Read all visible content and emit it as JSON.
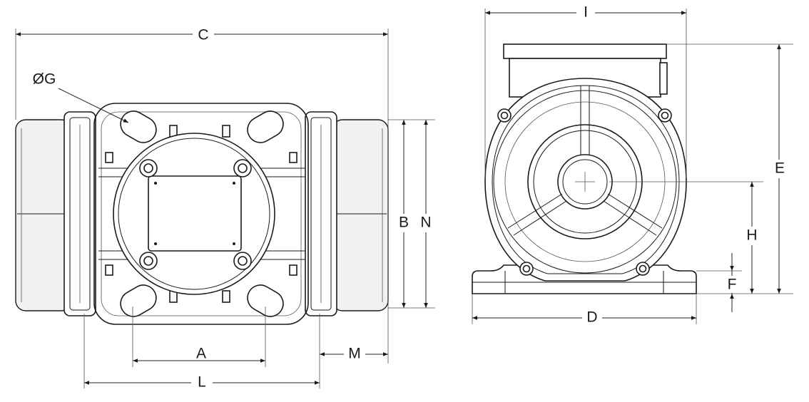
{
  "dimension_labels": {
    "C": "C",
    "G": "ØG",
    "B": "B",
    "N": "N",
    "A": "A",
    "L": "L",
    "M": "M",
    "I": "I",
    "E": "E",
    "H": "H",
    "F": "F",
    "D": "D"
  },
  "colors": {
    "line": "#1a1a1a",
    "fill": "#f1f1f1",
    "background": "#ffffff"
  }
}
